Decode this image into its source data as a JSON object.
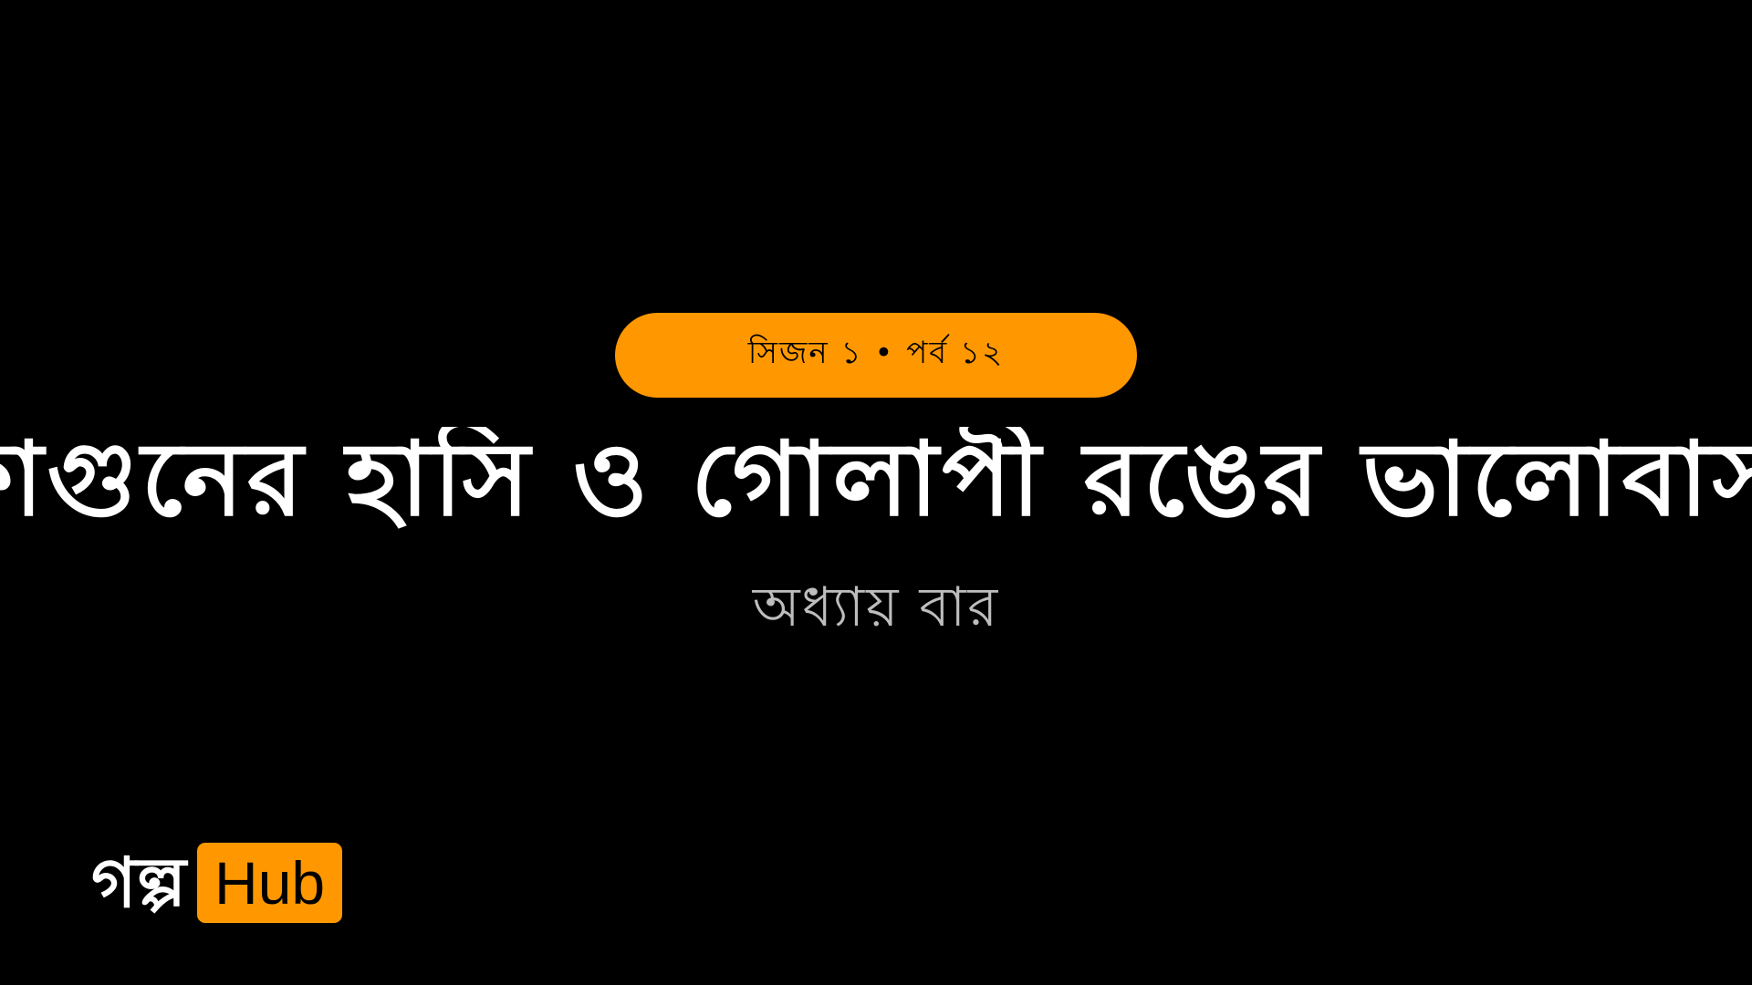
{
  "episode": {
    "label": "সিজন ১ • পর্ব ১২"
  },
  "title": {
    "text": "ফাগুনের হাসি ও গোলাপী রঙের ভালোবাসা"
  },
  "subtitle": {
    "text": "অধ্যায় বার"
  },
  "brand": {
    "main": "গল্প",
    "hub": "Hub"
  },
  "colors": {
    "background": "#000000",
    "accent": "#FF9800",
    "title": "#FFFFFF",
    "subtitle": "#BDBDBD"
  }
}
